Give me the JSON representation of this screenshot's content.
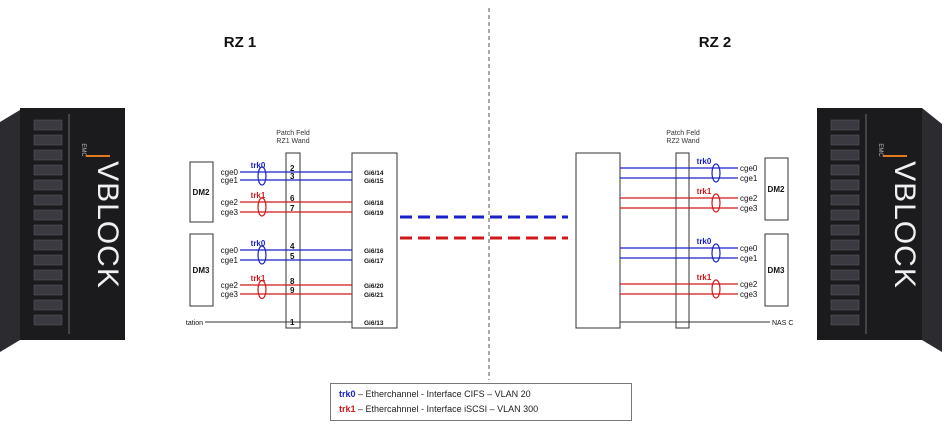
{
  "sites": {
    "left": {
      "title": "RZ 1",
      "patch_title": "Patch Feld",
      "patch_sub": "RZ1 Wand",
      "brand": "VBLOCK",
      "brand_small": "EMC"
    },
    "right": {
      "title": "RZ 2",
      "patch_title": "Patch Feld",
      "patch_sub": "RZ2 Wand",
      "brand": "VBLOCK",
      "brand_small": "EMC"
    }
  },
  "left_datamovers": [
    {
      "name": "DM2",
      "trunks": [
        {
          "label": "trk0",
          "color": "blue",
          "ports": [
            "cge0",
            "cge1"
          ],
          "patch": [
            "2",
            "3"
          ],
          "switch": [
            "Gi6/14",
            "Gi6/15"
          ]
        },
        {
          "label": "trk1",
          "color": "red",
          "ports": [
            "cge2",
            "cge3"
          ],
          "patch": [
            "6",
            "7"
          ],
          "switch": [
            "Gi6/18",
            "Gi6/19"
          ]
        }
      ]
    },
    {
      "name": "DM3",
      "trunks": [
        {
          "label": "trk0",
          "color": "blue",
          "ports": [
            "cge0",
            "cge1"
          ],
          "patch": [
            "4",
            "5"
          ],
          "switch": [
            "Gi6/16",
            "Gi6/17"
          ]
        },
        {
          "label": "trk1",
          "color": "red",
          "ports": [
            "cge2",
            "cge3"
          ],
          "patch": [
            "8",
            "9"
          ],
          "switch": [
            "Gi6/20",
            "Gi6/21"
          ]
        }
      ]
    }
  ],
  "left_mgmt": {
    "label": "tation",
    "patch": "1",
    "switch": "Gi6/13"
  },
  "right_datamovers": [
    {
      "name": "DM2",
      "trunks": [
        {
          "label": "trk0",
          "color": "blue",
          "ports": [
            "cge0",
            "cge1"
          ]
        },
        {
          "label": "trk1",
          "color": "red",
          "ports": [
            "cge2",
            "cge3"
          ]
        }
      ]
    },
    {
      "name": "DM3",
      "trunks": [
        {
          "label": "trk0",
          "color": "blue",
          "ports": [
            "cge0",
            "cge1"
          ]
        },
        {
          "label": "trk1",
          "color": "red",
          "ports": [
            "cge2",
            "cge3"
          ]
        }
      ]
    }
  ],
  "right_mgmt": {
    "label": "NAS C"
  },
  "legend": [
    {
      "key": "trk0",
      "text": " – Etherchannel - Interface CIFS – VLAN 20",
      "color": "blue"
    },
    {
      "key": "trk1",
      "text": " – Ethercahnnel - Interface iSCSI – VLAN 300",
      "color": "red"
    }
  ],
  "colors": {
    "blue": "#1a22c8",
    "red": "#d01818",
    "line": "#333333",
    "rack": "#1b1b1e"
  }
}
